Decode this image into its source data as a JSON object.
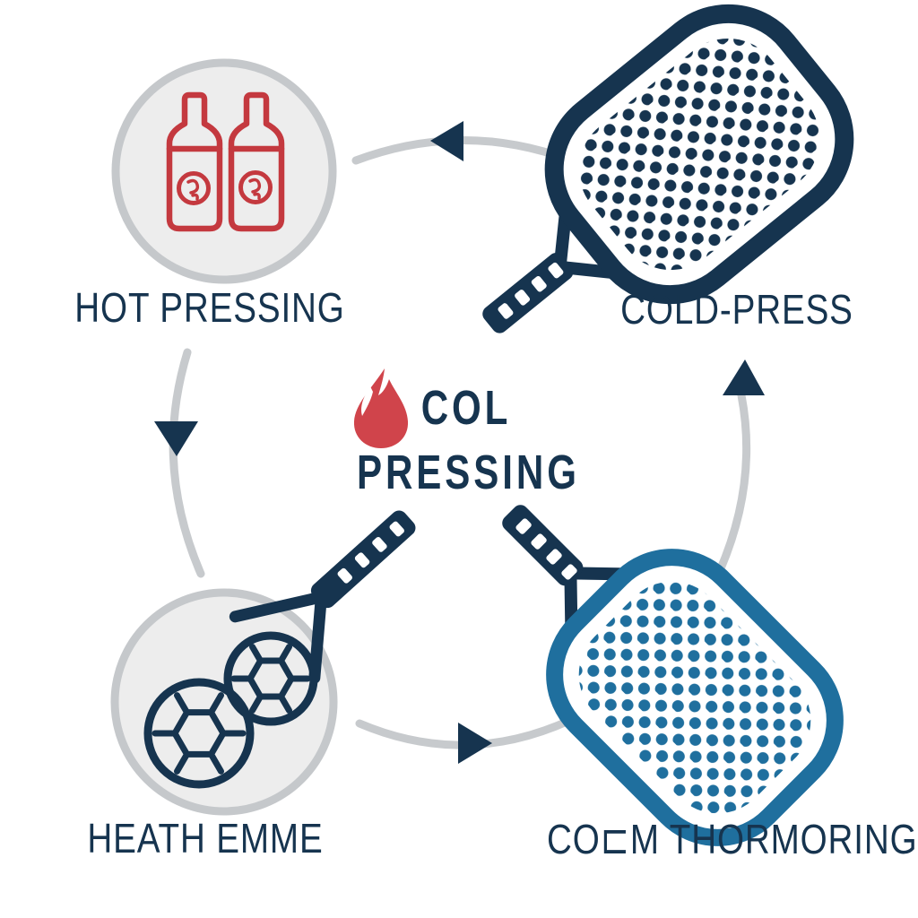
{
  "diagram": {
    "type": "cycle-infographic",
    "background": "#ffffff",
    "center": {
      "icon": "flame-icon",
      "line1": "COL",
      "line2": "PRESSING"
    },
    "nodes": [
      {
        "position": "top-left",
        "label": "HOT PRESSING",
        "icon": "oil-bottles-icon"
      },
      {
        "position": "top-right",
        "label": "COLD-PRESS",
        "icon": "pickleball-paddle-navy-icon"
      },
      {
        "position": "bottom-left",
        "label": "HEATH EMME",
        "icon": "balls-and-paddle-icon"
      },
      {
        "position": "bottom-right",
        "label": "CO⊏M THORMORING",
        "icon": "pickleball-paddle-blue-icon"
      }
    ],
    "arrows": [
      {
        "position": "top",
        "direction": "left"
      },
      {
        "position": "left",
        "direction": "down"
      },
      {
        "position": "bottom",
        "direction": "right"
      },
      {
        "position": "right",
        "direction": "up"
      }
    ],
    "colors": {
      "navy": "#16344f",
      "blue": "#1f6f9e",
      "red": "#c4393f",
      "flame_red": "#d0444b",
      "circle_fill": "#ededed",
      "circle_border": "#c5c8cb",
      "arc_gray": "#c7cacd"
    }
  }
}
